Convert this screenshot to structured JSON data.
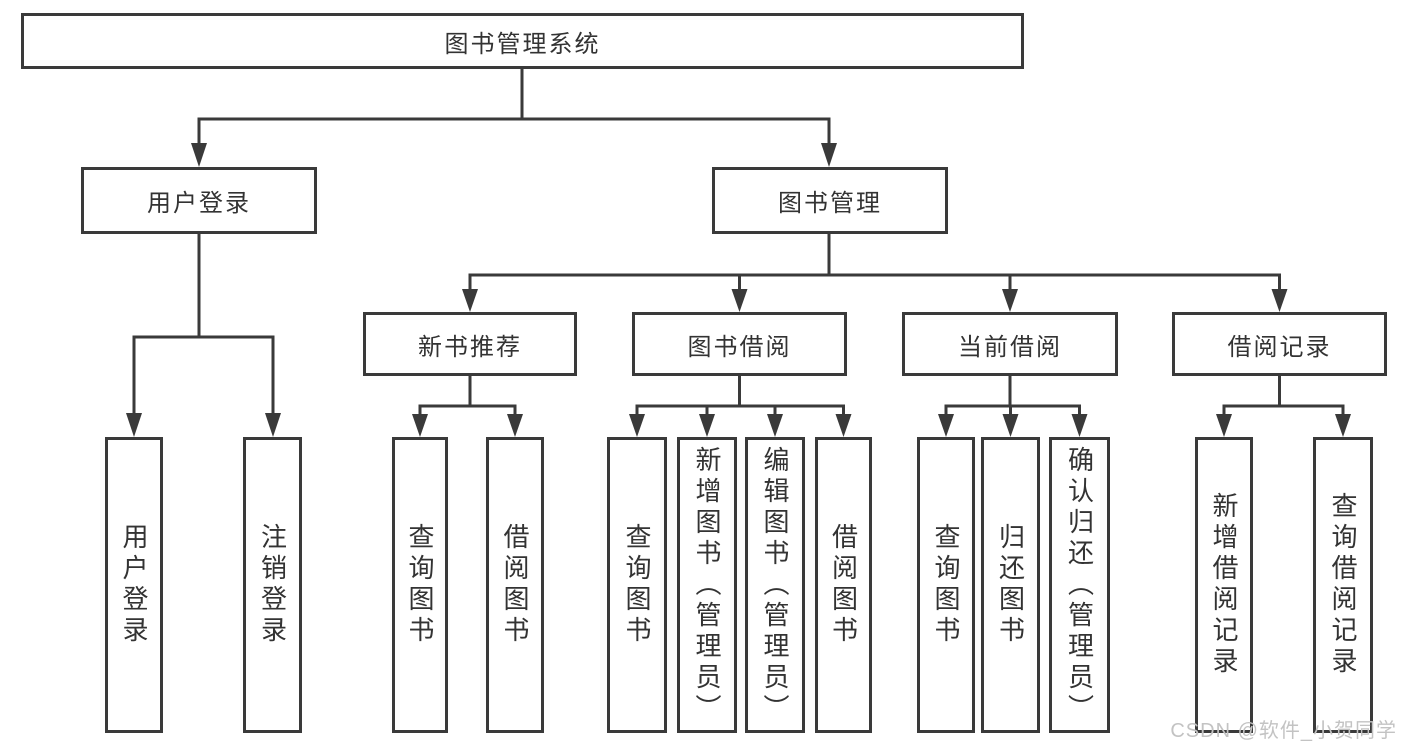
{
  "tree": {
    "root": "图书管理系统",
    "level2": [
      "用户登录",
      "图书管理"
    ],
    "level3": [
      "新书推荐",
      "图书借阅",
      "当前借阅",
      "借阅记录"
    ],
    "leaves": [
      "用户登录",
      "注销登录",
      "查询图书",
      "借阅图书",
      "查询图书",
      "新增图书（管理员）",
      "编辑图书（管理员）",
      "借阅图书",
      "查询图书",
      "归还图书",
      "确认归还（管理员）",
      "新增借阅记录",
      "查询借阅记录"
    ],
    "hierarchy": {
      "图书管理系统": [
        "用户登录",
        "图书管理"
      ],
      "用户登录": [
        "用户登录",
        "注销登录"
      ],
      "图书管理": [
        "新书推荐",
        "图书借阅",
        "当前借阅",
        "借阅记录"
      ],
      "新书推荐": [
        "查询图书",
        "借阅图书"
      ],
      "图书借阅": [
        "查询图书",
        "新增图书（管理员）",
        "编辑图书（管理员）",
        "借阅图书"
      ],
      "当前借阅": [
        "查询图书",
        "归还图书",
        "确认归还（管理员）"
      ],
      "借阅记录": [
        "新增借阅记录",
        "查询借阅记录"
      ]
    }
  },
  "watermark": {
    "text": "CSDN @软件_小贺同学"
  },
  "colors": {
    "line": "#3a3a3a",
    "box_border": "#3a3a3a",
    "text": "#333333",
    "background": "#ffffff",
    "watermark": "#c3c3c3"
  }
}
